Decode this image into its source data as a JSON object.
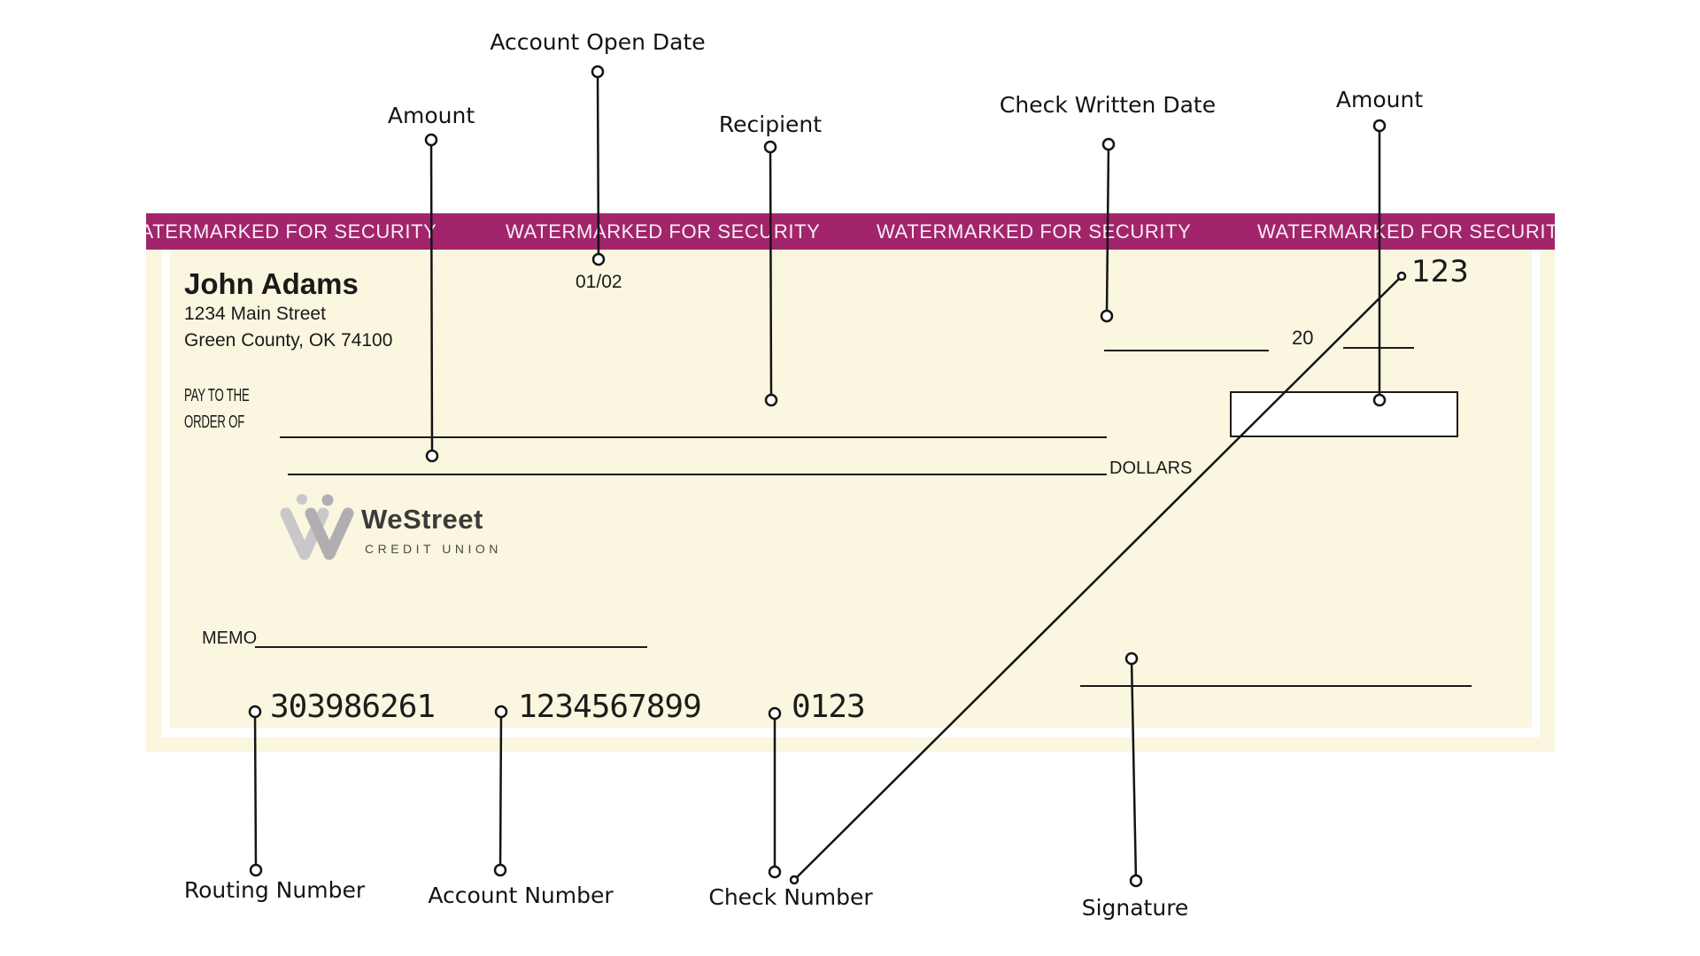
{
  "diagram": {
    "callouts": {
      "account_open_date": "Account Open Date",
      "amount_left": "Amount",
      "recipient": "Recipient",
      "check_written_date": "Check Written Date",
      "amount_right": "Amount",
      "routing_number": "Routing Number",
      "account_number": "Account Number",
      "check_number": "Check Number",
      "signature": "Signature"
    }
  },
  "check": {
    "security_banner": {
      "text": "WATERMARKED FOR SECURITY",
      "repeat_count": 4
    },
    "account_holder": {
      "name": "John Adams",
      "address_line_1": "1234 Main Street",
      "address_line_2": "Green County, OK 74100"
    },
    "account_open_date": "01/02",
    "check_number": "123",
    "date_year_prefix": "20",
    "payee_label_line_1": "PAY TO THE",
    "payee_label_line_2": "ORDER OF",
    "dollars_label": "DOLLARS",
    "memo_label": "MEMO",
    "bank": {
      "name": "WeStreet",
      "tagline": "CREDIT UNION"
    },
    "micr_line": {
      "routing_number": "303986261",
      "account_number": "1234567899",
      "check_number": "0123"
    }
  },
  "colors": {
    "banner": "#A2256C",
    "check_background": "#FAF6DF",
    "ink": "#1A1A1A",
    "logo_light_gray": "#C9C7C9",
    "logo_mid_gray": "#B0AEB1",
    "logo_text": "#3B3A3B"
  }
}
